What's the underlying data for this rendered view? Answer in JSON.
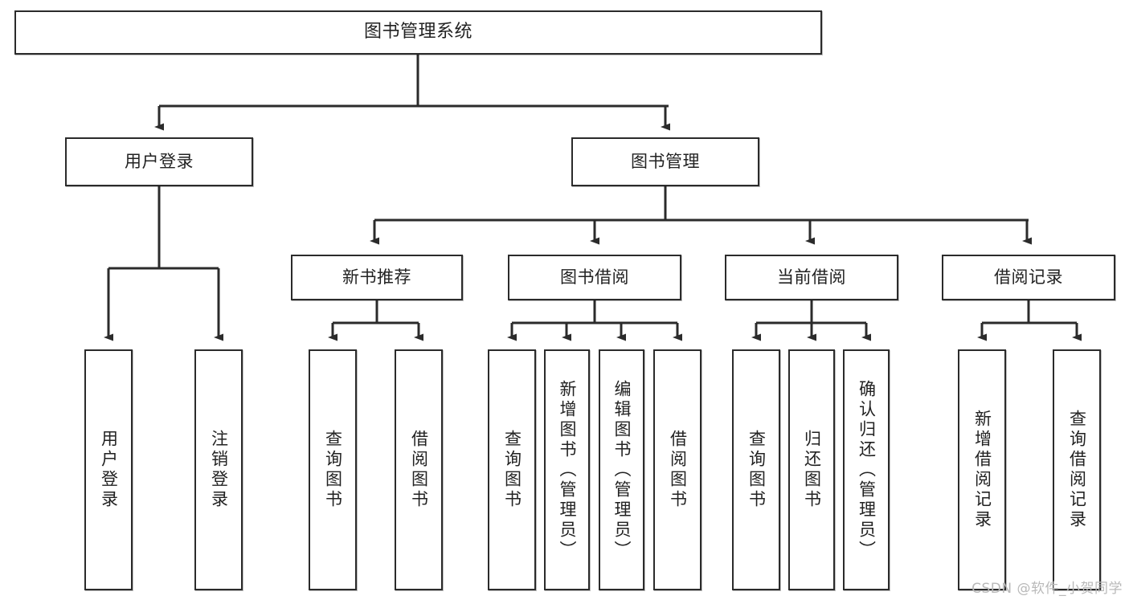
{
  "diagram": {
    "title": "图书管理系统",
    "type": "tree-hierarchy-chart",
    "watermark": "CSDN @软件_小贺同学",
    "style": {
      "background": "#ffffff",
      "node_border": "#2b2b2b",
      "node_fill": "#ffffff",
      "text_color": "#222222",
      "connector": "#2b2b2b",
      "watermark_color": "#b9b9b9"
    },
    "root": {
      "label": "图书管理系统"
    },
    "level1": [
      {
        "label": "用户登录"
      },
      {
        "label": "图书管理"
      }
    ],
    "level2": [
      {
        "label": "新书推荐"
      },
      {
        "label": "图书借阅"
      },
      {
        "label": "当前借阅"
      },
      {
        "label": "借阅记录"
      }
    ],
    "leaves": {
      "user_login": [
        {
          "label": "用户登录"
        },
        {
          "label": "注销登录"
        }
      ],
      "new_book_rec": [
        {
          "label": "查询图书"
        },
        {
          "label": "借阅图书"
        }
      ],
      "book_borrow": [
        {
          "label": "查询图书"
        },
        {
          "label": "新增图书（管理员）"
        },
        {
          "label": "编辑图书（管理员）"
        },
        {
          "label": "借阅图书"
        }
      ],
      "current_borrow": [
        {
          "label": "查询图书"
        },
        {
          "label": "归还图书"
        },
        {
          "label": "确认归还（管理员）"
        }
      ],
      "borrow_record": [
        {
          "label": "新增借阅记录"
        },
        {
          "label": "查询借阅记录"
        }
      ]
    }
  }
}
